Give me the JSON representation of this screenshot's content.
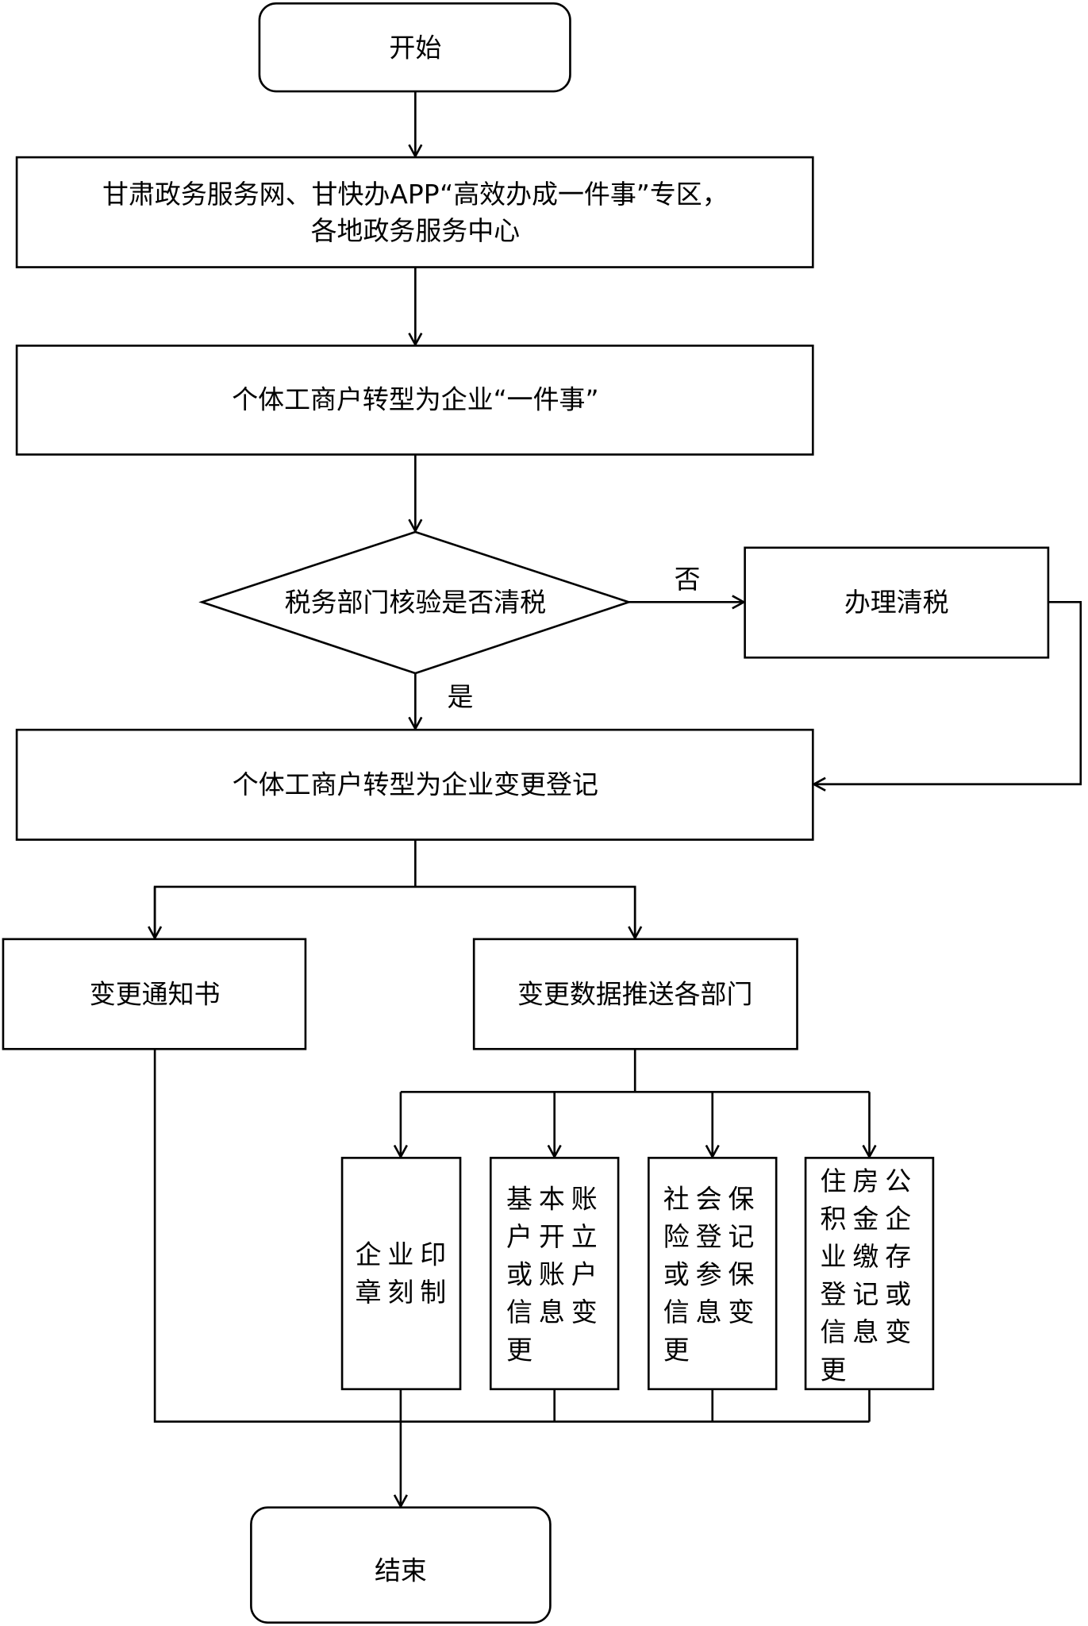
{
  "start": "开始",
  "portal": [
    "甘肃政务服务网、甘快办APP“高效办成一件事”专区，",
    "各地政务服务中心"
  ],
  "matter": "个体工商户转型为企业“一件事”",
  "decision": "税务部门核验是否清税",
  "no_label": "否",
  "yes_label": "是",
  "clear_tax": "办理清税",
  "change_registration": "个体工商户转型为企业变更登记",
  "notice": "变更通知书",
  "push_data": "变更数据推送各部门",
  "seal": [
    "企业印",
    "章刻制"
  ],
  "bank": [
    "基本账",
    "户开立",
    "或账户",
    "信息变",
    "更"
  ],
  "social": [
    "社会保",
    "险登记",
    "或参保",
    "信息变",
    "更"
  ],
  "housing": [
    "住房公",
    "积金企",
    "业缴存",
    "登记或",
    "信息变",
    "更"
  ],
  "end": "结束"
}
